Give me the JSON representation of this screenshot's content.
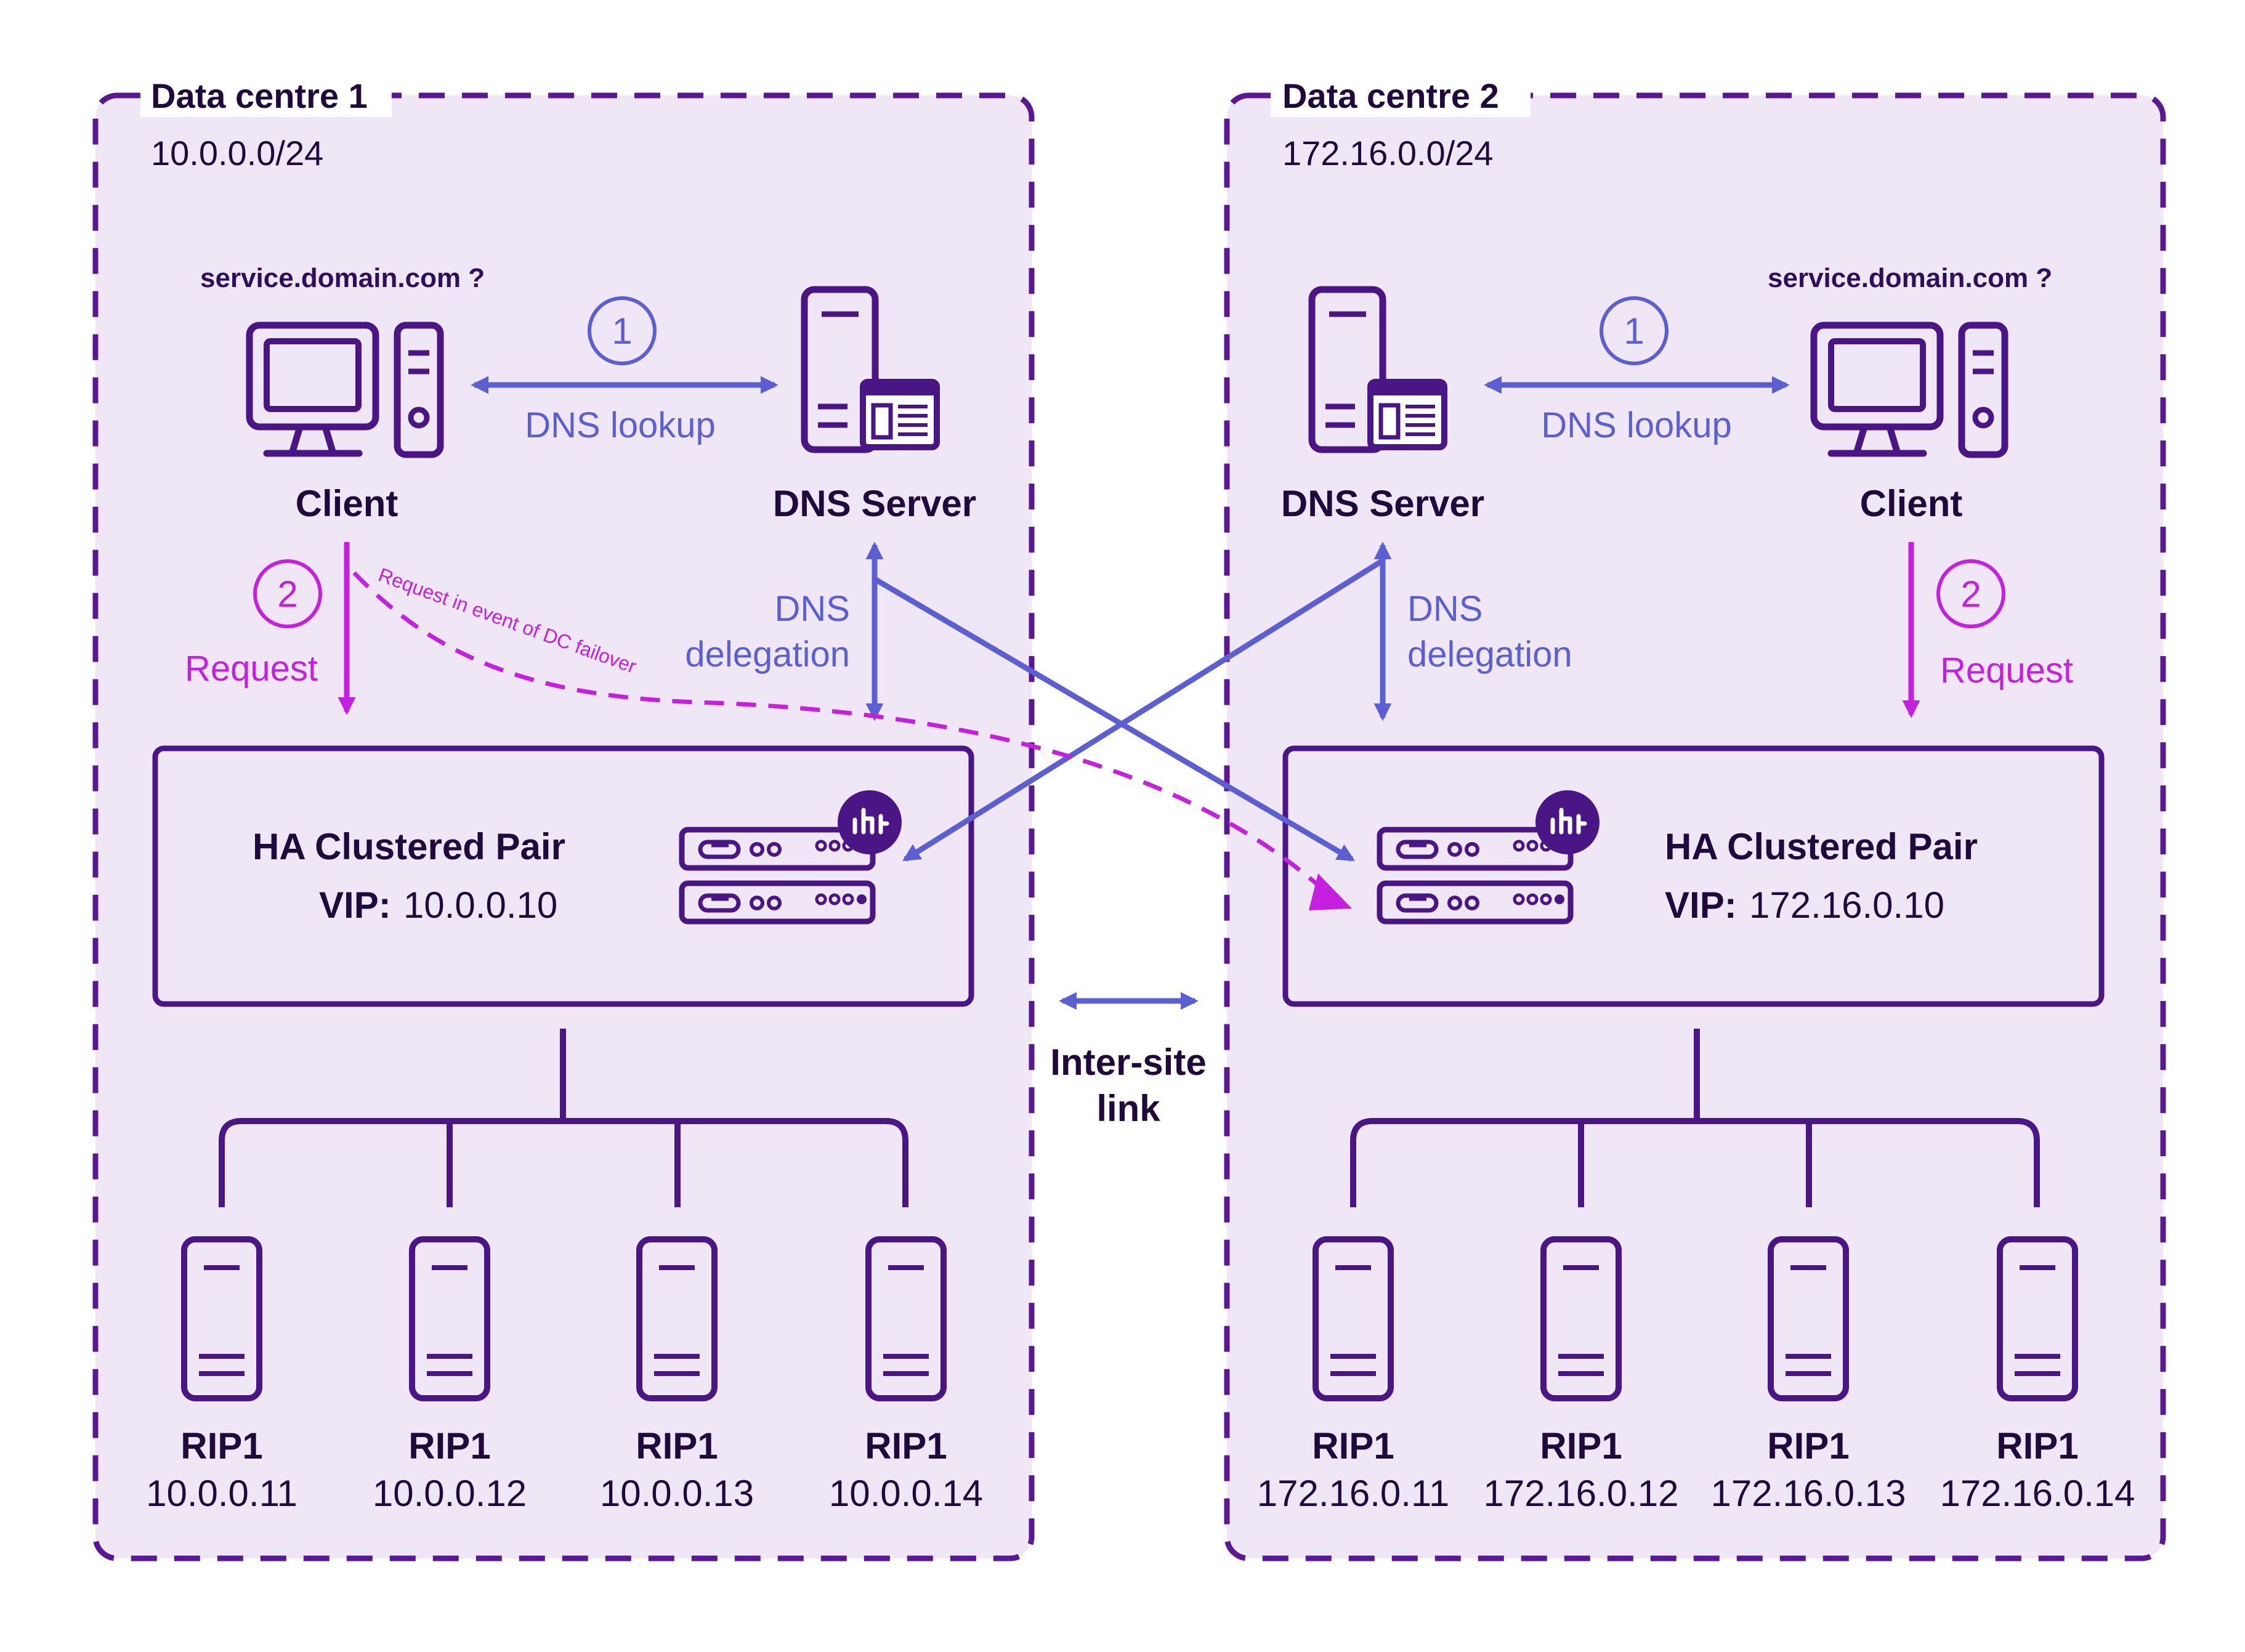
{
  "colors": {
    "region_fill": "#efe7f6",
    "region_border": "#5a1894",
    "primary_dark": "#4a1585",
    "blue_arrow": "#5b5fd1",
    "magenta_arrow": "#c51fe0",
    "text_dark": "#1e0a3c"
  },
  "dc1": {
    "title": "Data centre 1",
    "subnet": "10.0.0.0/24",
    "query": "service.domain.com ?",
    "client_label": "Client",
    "dns_label": "DNS Server",
    "step1_num": "1",
    "step1_label": "DNS lookup",
    "step2_num": "2",
    "step2_label": "Request",
    "delegation_line1": "DNS",
    "delegation_line2": "delegation",
    "failover_label": "Request in event of DC failover",
    "ha_title": "HA Clustered Pair",
    "vip_label": "VIP:",
    "vip_value": "10.0.0.10",
    "rips": [
      {
        "name": "RIP1",
        "ip": "10.0.0.11"
      },
      {
        "name": "RIP1",
        "ip": "10.0.0.12"
      },
      {
        "name": "RIP1",
        "ip": "10.0.0.13"
      },
      {
        "name": "RIP1",
        "ip": "10.0.0.14"
      }
    ]
  },
  "dc2": {
    "title": "Data centre 2",
    "subnet": "172.16.0.0/24",
    "query": "service.domain.com ?",
    "client_label": "Client",
    "dns_label": "DNS Server",
    "step1_num": "1",
    "step1_label": "DNS lookup",
    "step2_num": "2",
    "step2_label": "Request",
    "delegation_line1": "DNS",
    "delegation_line2": "delegation",
    "ha_title": "HA Clustered Pair",
    "vip_label": "VIP:",
    "vip_value": "172.16.0.10",
    "rips": [
      {
        "name": "RIP1",
        "ip": "172.16.0.11"
      },
      {
        "name": "RIP1",
        "ip": "172.16.0.12"
      },
      {
        "name": "RIP1",
        "ip": "172.16.0.13"
      },
      {
        "name": "RIP1",
        "ip": "172.16.0.14"
      }
    ]
  },
  "intersite": {
    "line1": "Inter-site",
    "line2": "link"
  },
  "icons": [
    "desktop-computer-icon",
    "dns-server-icon",
    "load-balancer-appliance-icon",
    "brand-logo-icon",
    "real-server-icon"
  ]
}
